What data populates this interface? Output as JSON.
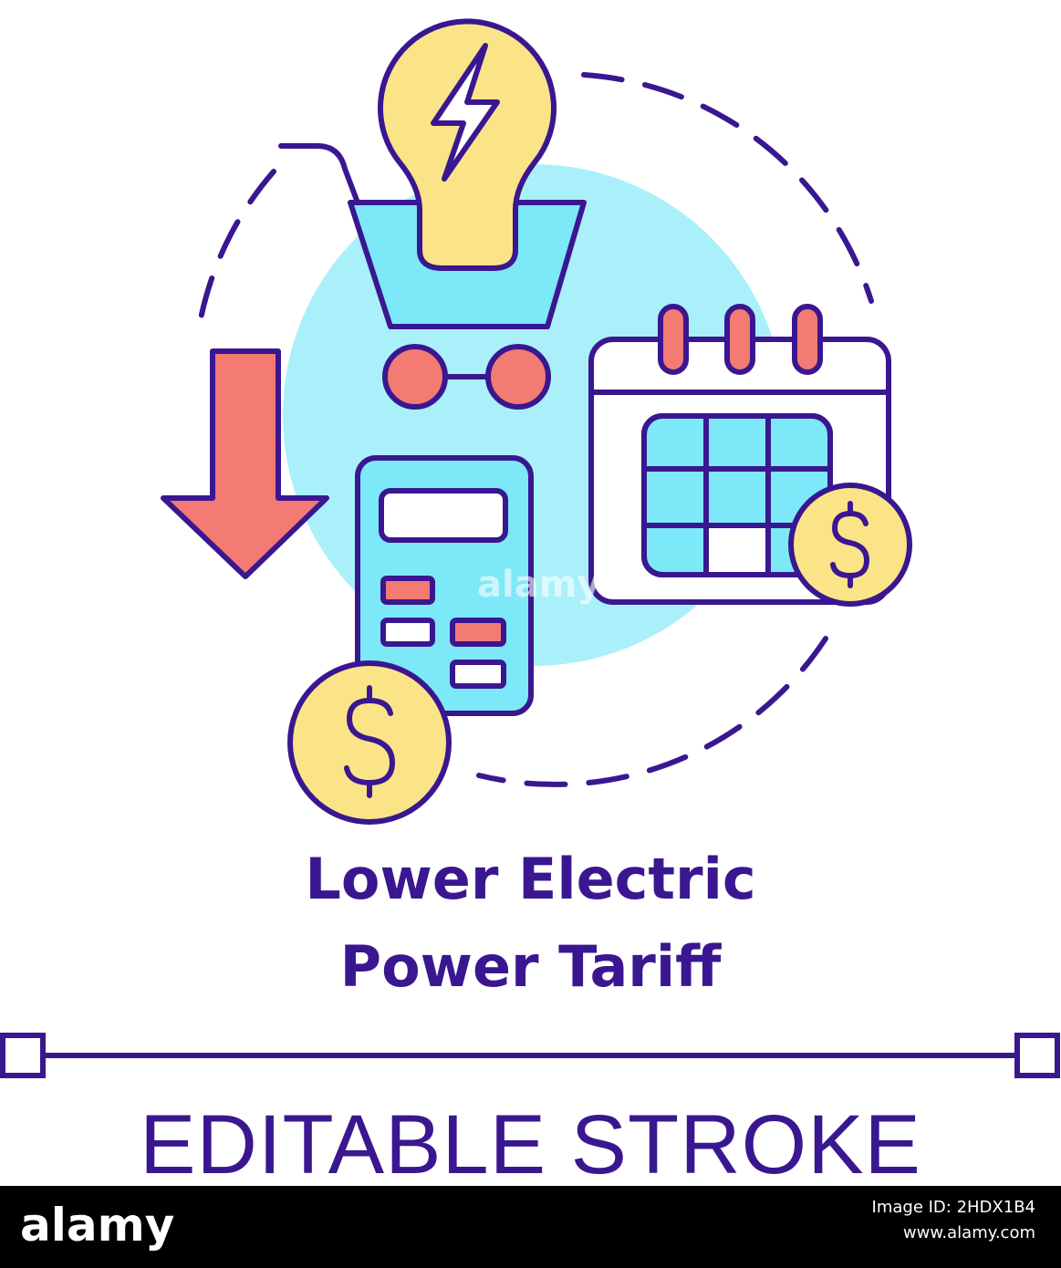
{
  "title": {
    "line1": "Lower Electric",
    "line2": "Power Tariff"
  },
  "subtitle": "EDITABLE STROKE",
  "watermark": "alamy",
  "footer": {
    "logo": "alamy",
    "image_id": "Image ID: 2HDX1B4",
    "site": "www.alamy.com"
  },
  "icons": {
    "bulb": "light-bulb-icon",
    "cart": "shopping-cart-icon",
    "arrow": "down-arrow-icon",
    "calculator": "calculator-icon",
    "calendar": "calendar-icon",
    "coin": "dollar-coin-icon"
  },
  "colors": {
    "stroke": "#3a1790",
    "cyan": "#7de8f8",
    "light_cyan": "#aaf0fb",
    "yellow": "#fbe487",
    "red": "#f47a74",
    "white": "#ffffff"
  }
}
